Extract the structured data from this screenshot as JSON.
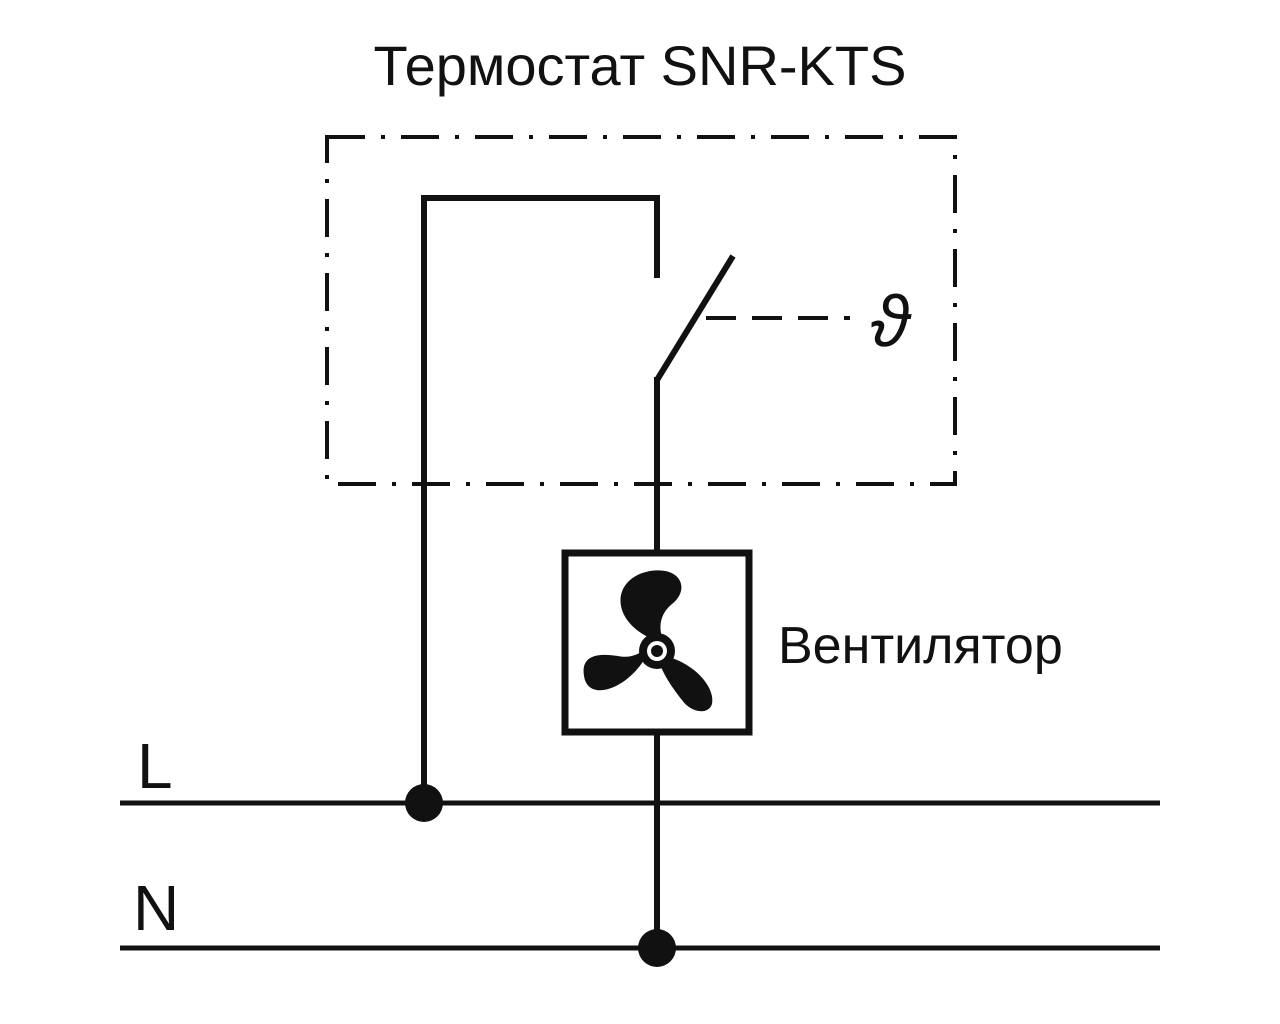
{
  "title": "Термостат SNR-KTS",
  "thermostat": {
    "sensor_symbol": "ϑ"
  },
  "fan": {
    "label": "Вентилятор",
    "icon": "fan-icon"
  },
  "lines": {
    "phase_label": "L",
    "neutral_label": "N"
  },
  "colors": {
    "ink": "#111111",
    "background": "#ffffff"
  }
}
